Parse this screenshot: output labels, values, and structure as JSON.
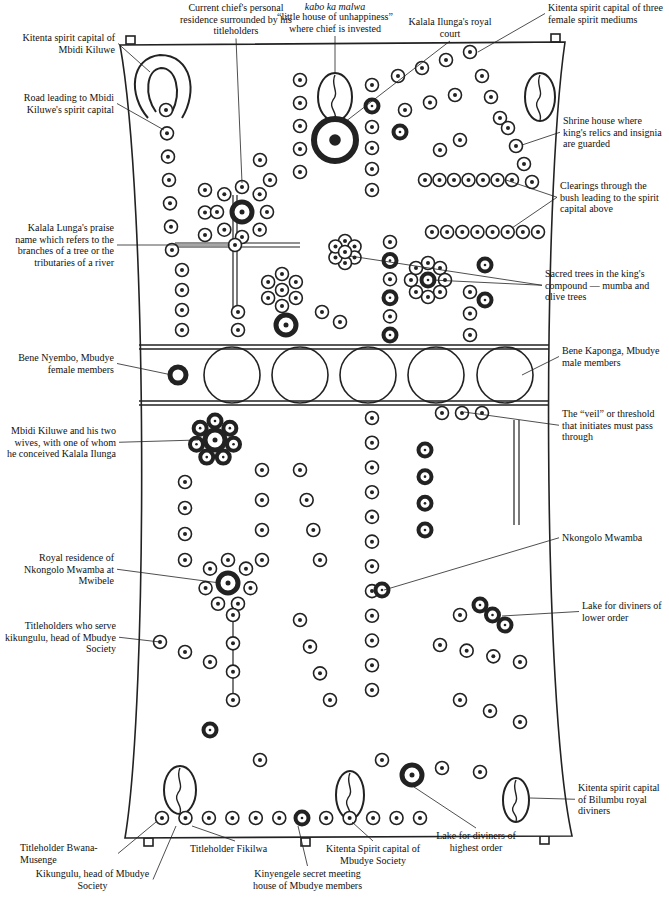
{
  "diagram": {
    "labels": [
      "kabo ka malwa",
      "“little house of unhappiness” where chief is invested",
      "Current chief's personal residence surrounded by his titleholders",
      "Kalala Ilunga's royal court",
      "Kitenta spirit capital of three female spirit mediums",
      "Kitenta spirit capital of Mbidi Kiluwe",
      "Road leading to Mbidi Kiluwe's spirit capital",
      "Shrine house where king's relics and insignia are guarded",
      "Clearings through the bush leading to the spirit capital above",
      "Kalala Lunga's praise name which refers to the branches of a tree or the tributaries of a river",
      "Sacred trees in the king's compound — mumba and olive trees",
      "Bene Nyembo, Mbudye female members",
      "Bene Kaponga, Mbudye male members",
      "The “veil” or threshold that initiates must pass through",
      "Mbidi Kiluwe and his two wives, with one of whom he conceived Kalala Ilunga",
      "Royal residence of Nkongolo Mwamba at Mwibele",
      "Nkongolo Mwamba",
      "Lake for diviners of lower order",
      "Titleholders who serve kikungulu, head of Mbudye Society",
      "Kitenta spirit capital of Bilumbu royal diviners",
      "Titleholder Bwana-Musenge",
      "Titleholder Fikilwa",
      "Kitenta Spirit capital of Mbudye Society",
      "Lake for diviners of highest order",
      "Kikungulu, head of Mbudye Society",
      "Kinyengele secret meeting house of Mbudye members"
    ]
  }
}
